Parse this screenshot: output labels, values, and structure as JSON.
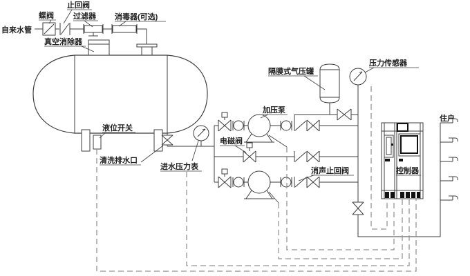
{
  "diagram": {
    "title_context": "变频供水设备系统图",
    "colors": {
      "line": "#3c3c3c",
      "wire_dashed": "#949494",
      "background": "#ffffff",
      "text": "#222222"
    },
    "labels": {
      "tap_water_pipe": "自来水管",
      "butterfly_valve": "蝶阀",
      "check_valve": "止回阀",
      "filter": "过滤器",
      "sterilizer_optional": "消毒器(可选)",
      "vacuum_breaker": "真空消除器",
      "level_switch": "液位开关",
      "cleaning_drain": "清洗排水口",
      "inlet_pressure_gauge": "进水压力表",
      "booster_pump": "加压泵",
      "solenoid_valve": "电磁阀",
      "diaphragm_pressure_tank": "隔膜式气压罐",
      "silent_check_valve": "消声止回阀",
      "pressure_sensor": "压力传感器",
      "controller": "控制器",
      "households": "住户"
    }
  }
}
